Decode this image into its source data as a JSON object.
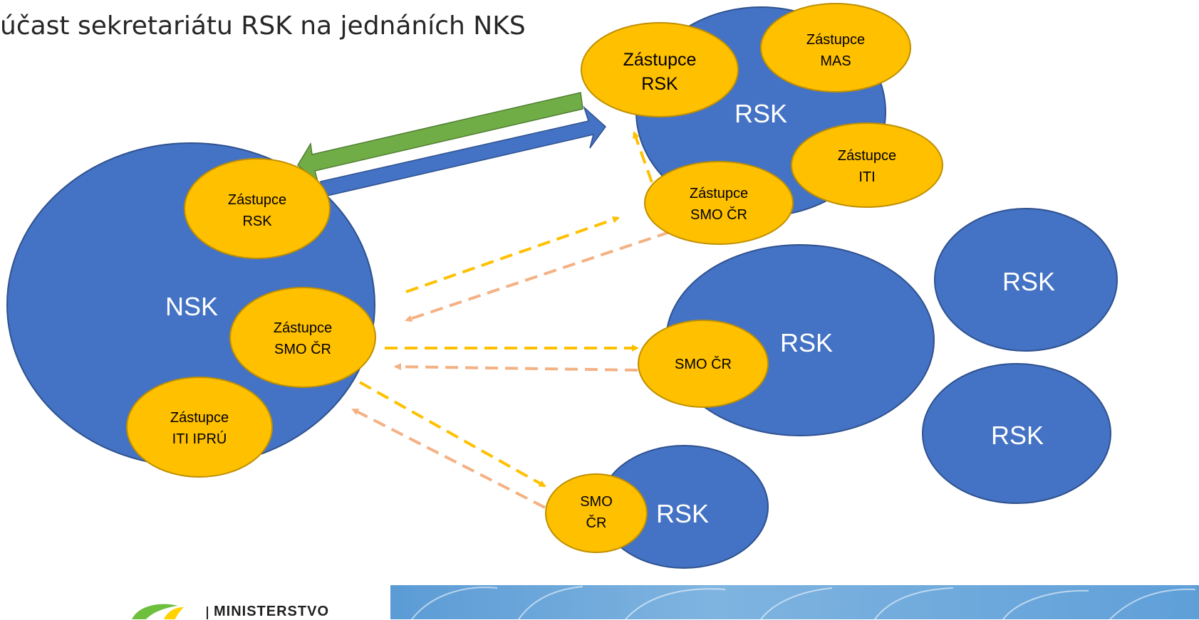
{
  "slide": {
    "title": "účast sekretariátu RSK na jednáních NKS"
  },
  "diagram": {
    "nodes": {
      "nsk": "NSK",
      "rsk_top": "RSK",
      "rsk_mid": "RSK",
      "rsk_right_top": "RSK",
      "rsk_right_bottom": "RSK",
      "rsk_bottom": "RSK"
    },
    "reps": {
      "nsk_rsk": [
        "Zástupce",
        "RSK"
      ],
      "nsk_smo": [
        "Zástupce",
        "SMO ČR"
      ],
      "nsk_iti": [
        "Zástupce",
        "ITI IPRÚ"
      ],
      "top_rsk": [
        "Zástupce",
        "RSK"
      ],
      "top_mas": [
        "Zástupce",
        "MAS"
      ],
      "top_iti": [
        "Zástupce",
        "ITI"
      ],
      "top_smo": [
        "Zástupce",
        "SMO ČR"
      ],
      "mid_smo": "SMO ČR",
      "bottom_smo": [
        "SMO",
        "ČR"
      ]
    },
    "colors": {
      "big_circle": "#4472c4",
      "small_circle": "#ffc000",
      "arrow_green": "#70ad47",
      "arrow_blue": "#4472c4",
      "dashed_yellow": "#ffc000",
      "dashed_orange": "#f4b183"
    }
  },
  "footer": {
    "logo_text": "MINISTERSTVO"
  }
}
